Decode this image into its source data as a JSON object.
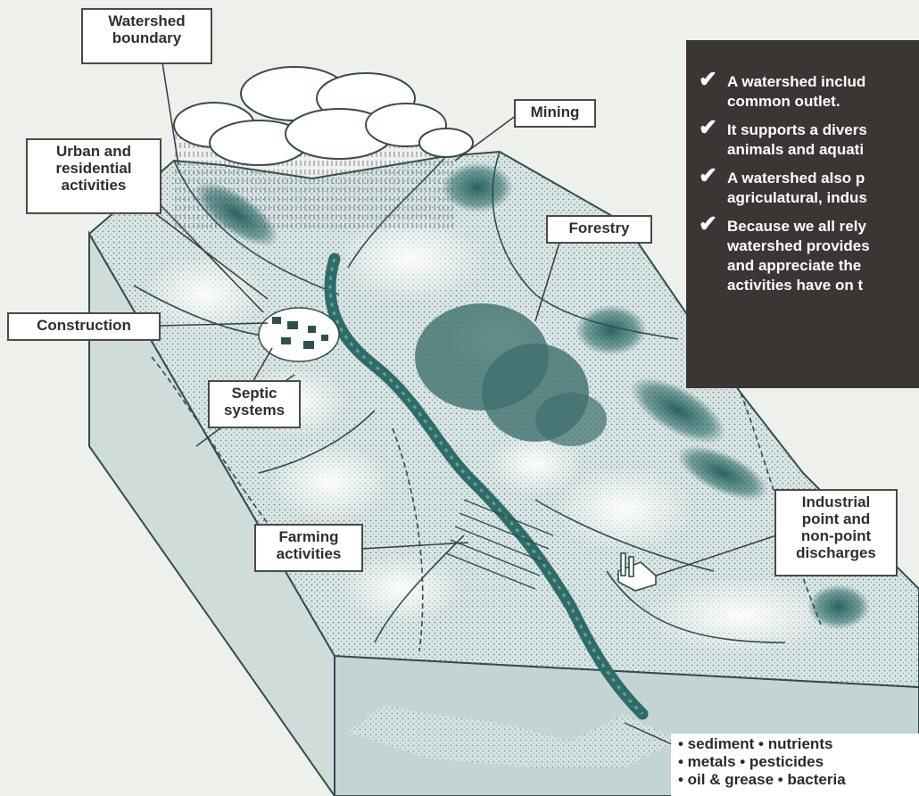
{
  "labels": {
    "watershed_boundary": [
      "Watershed",
      "boundary"
    ],
    "urban": [
      "Urban and",
      "residential",
      "activities"
    ],
    "construction": [
      "Construction"
    ],
    "septic": [
      "Septic",
      "systems"
    ],
    "mining": [
      "Mining"
    ],
    "forestry": [
      "Forestry"
    ],
    "farming": [
      "Farming",
      "activities"
    ],
    "industrial": [
      "Industrial",
      "point and",
      "non-point",
      "discharges"
    ]
  },
  "info_box": {
    "bullets": [
      [
        "A watershed includ",
        "common outlet."
      ],
      [
        "It supports a divers",
        "animals and aquati"
      ],
      [
        "A watershed also p",
        "agriculatural, indus"
      ],
      [
        "Because we all rely",
        "watershed provides",
        "and appreciate the",
        "activities have on t"
      ]
    ]
  },
  "pollutants": {
    "lines": [
      "• sediment • nutrients",
      "• metals • pesticides",
      "• oil & grease • bacteria"
    ]
  },
  "colors": {
    "water": "#2d6d69",
    "terrain": "#d6e2e0",
    "dark_patch": "#1f5c5a",
    "info_bg": "#3b3634"
  }
}
